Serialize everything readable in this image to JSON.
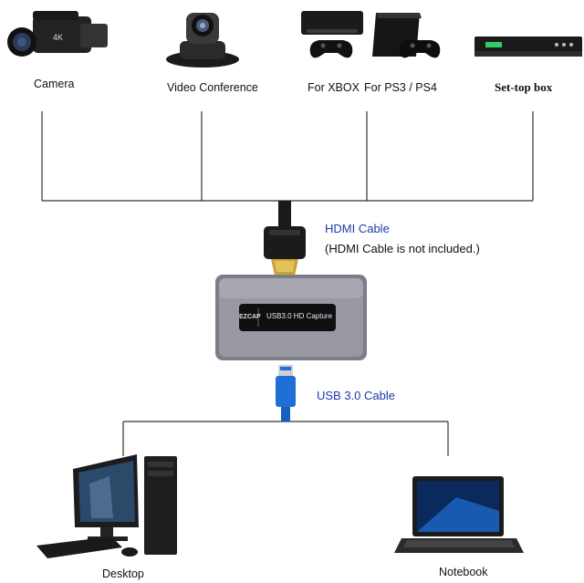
{
  "sources": [
    {
      "label": "Camera",
      "icon": "camcorder-icon"
    },
    {
      "label": "Video Conference",
      "icon": "conference-camera-icon"
    },
    {
      "label": "For XBOX",
      "icon": "xbox-console-icon"
    },
    {
      "label": "For PS3 / PS4",
      "icon": "playstation-console-icon"
    },
    {
      "label": "Set-top box",
      "icon": "set-top-box-icon"
    }
  ],
  "hdmi": {
    "label": "HDMI Cable",
    "note": "(HDMI Cable is not included.)"
  },
  "device": {
    "label": "USB3.0 HD Capture",
    "side_text": "EZCAP"
  },
  "usb": {
    "label": "USB 3.0 Cable"
  },
  "outputs": [
    {
      "label": "Desktop",
      "icon": "desktop-computer-icon"
    },
    {
      "label": "Notebook",
      "icon": "laptop-icon"
    }
  ],
  "camera_badge": "4K",
  "colors": {
    "blue_text": "#1a3aa8",
    "usb_blue": "#1f6fd6",
    "device_gray": "#8f8f9a"
  }
}
